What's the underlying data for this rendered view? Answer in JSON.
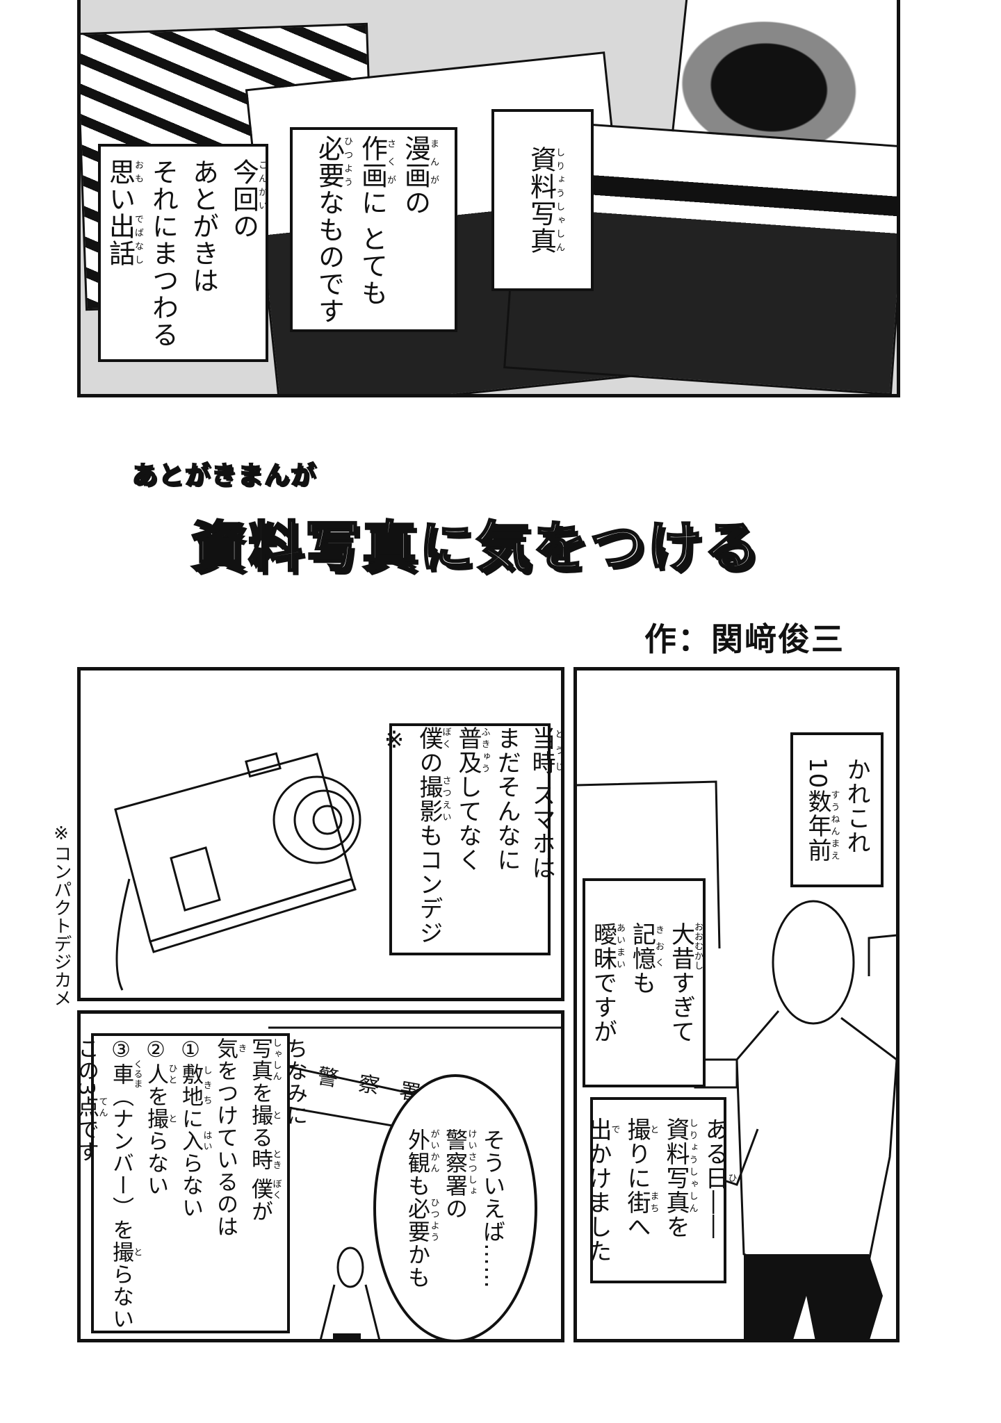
{
  "header": {
    "subtitle": "あとがきまんが",
    "title": "資料写真に気をつける",
    "author": "作：関﨑俊三"
  },
  "side_note": "※コンパクトデジカメ",
  "captions": {
    "intro_1": [
      [
        [
          "資料写真",
          "しりょうしゃしん"
        ]
      ]
    ],
    "intro_2": [
      [
        [
          "漫画",
          "まんが"
        ],
        [
          "の"
        ]
      ],
      [
        [
          "作画",
          "さくが"
        ],
        [
          "に とても"
        ]
      ],
      [
        [
          "必要",
          "ひつよう"
        ],
        [
          "なものです"
        ]
      ]
    ],
    "intro_3": [
      [
        [
          "今回",
          "こんかい"
        ],
        [
          "の"
        ]
      ],
      [
        [
          "あとがきは"
        ]
      ],
      [
        [
          "それにまつわる"
        ]
      ],
      [
        [
          "思",
          "おも"
        ],
        [
          "い"
        ],
        [
          "出話",
          "でばなし"
        ]
      ]
    ],
    "years": [
      [
        [
          "かれこれ"
        ]
      ],
      [
        [
          "10"
        ],
        [
          "数年前",
          "すうねんまえ"
        ]
      ]
    ],
    "memory": [
      [
        [
          "大昔",
          "おおむかし"
        ],
        [
          "すぎて"
        ]
      ],
      [
        [
          "記憶",
          "きおく"
        ],
        [
          "も"
        ]
      ],
      [
        [
          "曖昧",
          "あいまい"
        ],
        [
          "ですが"
        ]
      ]
    ],
    "camera": [
      [
        [
          "当時",
          "とうじ"
        ],
        [
          " スマホは"
        ]
      ],
      [
        [
          "まだそんなに"
        ]
      ],
      [
        [
          "普及",
          "ふきゅう"
        ],
        [
          "してなく"
        ]
      ],
      [
        [
          "僕",
          "ぼく"
        ],
        [
          "の"
        ],
        [
          "撮影",
          "さつえい"
        ],
        [
          "もコンデジ※"
        ]
      ]
    ],
    "oneday": [
      [
        [
          "ある"
        ],
        [
          "日",
          "ひ"
        ],
        [
          "――"
        ]
      ],
      [
        [
          "資料写真",
          "しりょうしゃしん"
        ],
        [
          "を"
        ]
      ],
      [
        [
          "撮",
          "と"
        ],
        [
          "りに"
        ],
        [
          "街",
          "まち"
        ],
        [
          "へ"
        ]
      ],
      [
        [
          "出",
          "で"
        ],
        [
          "かけました"
        ]
      ]
    ],
    "rules": [
      [
        [
          "ちなみに"
        ]
      ],
      [
        [
          "写真",
          "しゃしん"
        ],
        [
          "を"
        ],
        [
          "撮",
          "と"
        ],
        [
          "る"
        ],
        [
          "時",
          "とき"
        ],
        [
          " "
        ],
        [
          "僕",
          "ぼく"
        ],
        [
          "が"
        ]
      ],
      [
        [
          "気",
          "き"
        ],
        [
          "をつけているのは"
        ]
      ],
      [
        [
          "①"
        ],
        [
          "敷地",
          "しきち"
        ],
        [
          "に"
        ],
        [
          "入",
          "はい"
        ],
        [
          "らない"
        ]
      ],
      [
        [
          "②"
        ],
        [
          "人",
          "ひと"
        ],
        [
          "を"
        ],
        [
          "撮",
          "と"
        ],
        [
          "らない"
        ]
      ],
      [
        [
          "③"
        ],
        [
          "車",
          "くるま"
        ],
        [
          "（ナンバー）を"
        ],
        [
          "撮",
          "と"
        ],
        [
          "らない"
        ]
      ],
      [
        [
          "この3"
        ],
        [
          "点",
          "てん"
        ],
        [
          "です"
        ]
      ]
    ],
    "bubble": [
      [
        [
          "そういえば……"
        ]
      ],
      [
        [
          "警察署",
          "けいさつしょ"
        ],
        [
          "の"
        ]
      ],
      [
        [
          "外観",
          "がいかん"
        ],
        [
          "も"
        ],
        [
          "必要",
          "ひつよう"
        ],
        [
          "かも"
        ]
      ]
    ]
  },
  "sign_text": "警察署",
  "colors": {
    "ink": "#111111",
    "screentone": "#d9d9d9",
    "paper": "#ffffff"
  }
}
